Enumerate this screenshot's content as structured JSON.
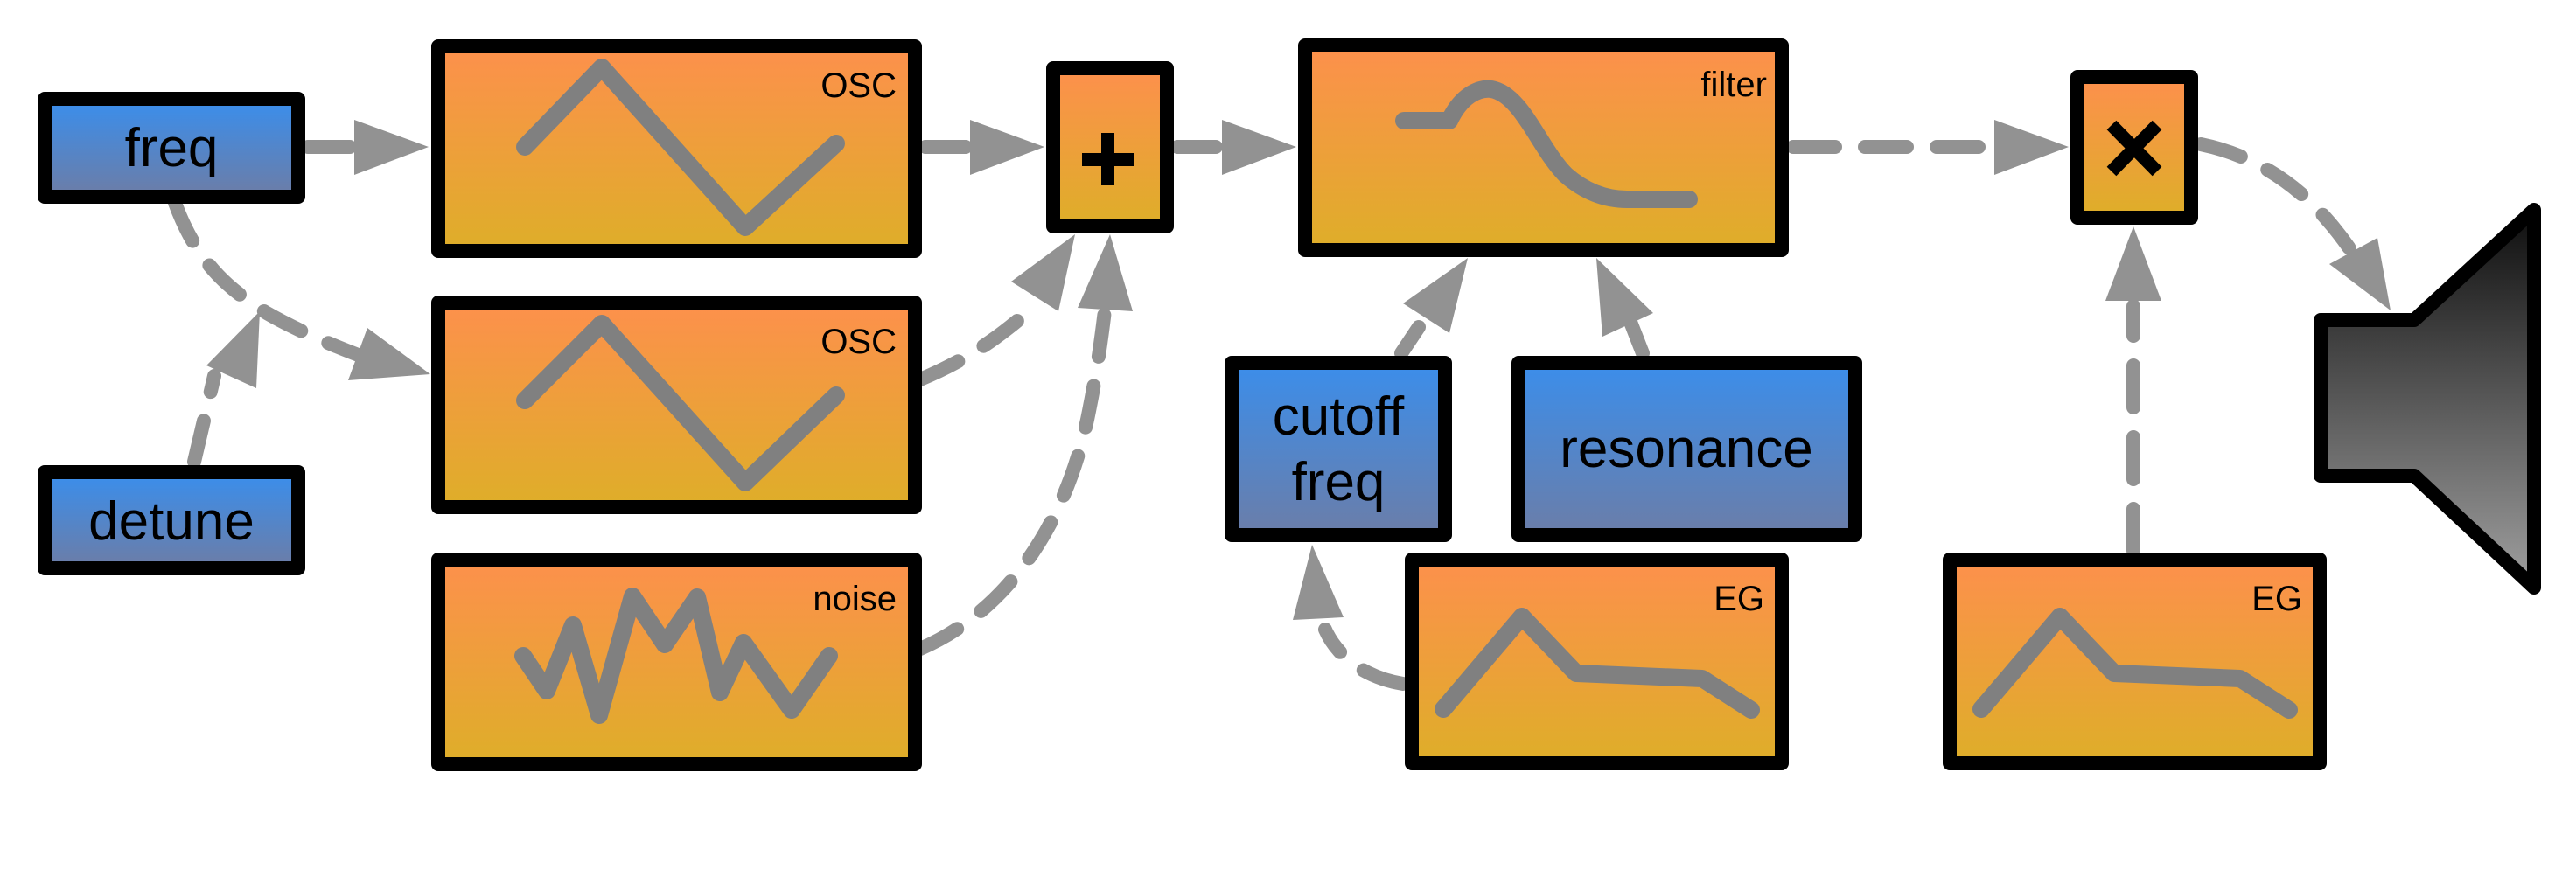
{
  "diagram": {
    "title": "Subtractive synthesizer signal flow",
    "colors": {
      "module_top": "#FC914B",
      "module_bottom": "#DFAD2A",
      "control_top": "#3D8DE8",
      "control_bottom": "#697EAB",
      "wire": "#929292",
      "waveform": "#808080",
      "border": "#000000",
      "speaker_top": "#0E0E0E",
      "speaker_bottom": "#A0A0A0"
    },
    "controls": {
      "freq": "freq",
      "detune": "detune",
      "cutoff_line1": "cutoff",
      "cutoff_line2": "freq",
      "resonance": "resonance"
    },
    "modules": {
      "osc1": {
        "label": "OSC",
        "icon": "triangle-wave-icon"
      },
      "osc2": {
        "label": "OSC",
        "icon": "triangle-wave-icon"
      },
      "noise": {
        "label": "noise",
        "icon": "noise-wave-icon"
      },
      "mixer": {
        "label": "+",
        "icon": "plus-icon"
      },
      "filter": {
        "label": "filter",
        "icon": "filter-curve-icon"
      },
      "eg_filter": {
        "label": "EG",
        "icon": "envelope-icon"
      },
      "vca": {
        "label": "×",
        "icon": "multiply-icon"
      },
      "eg_amp": {
        "label": "EG",
        "icon": "envelope-icon"
      },
      "output": {
        "label": "",
        "icon": "speaker-icon"
      }
    },
    "connections": [
      {
        "from": "freq",
        "to": "osc1"
      },
      {
        "from": "freq",
        "to": "osc2"
      },
      {
        "from": "detune",
        "to": "osc2"
      },
      {
        "from": "osc1",
        "to": "mixer"
      },
      {
        "from": "osc2",
        "to": "mixer"
      },
      {
        "from": "noise",
        "to": "mixer"
      },
      {
        "from": "mixer",
        "to": "filter"
      },
      {
        "from": "cutoff freq",
        "to": "filter"
      },
      {
        "from": "resonance",
        "to": "filter"
      },
      {
        "from": "eg_filter",
        "to": "cutoff freq"
      },
      {
        "from": "filter",
        "to": "vca"
      },
      {
        "from": "eg_amp",
        "to": "vca"
      },
      {
        "from": "vca",
        "to": "output"
      }
    ]
  }
}
